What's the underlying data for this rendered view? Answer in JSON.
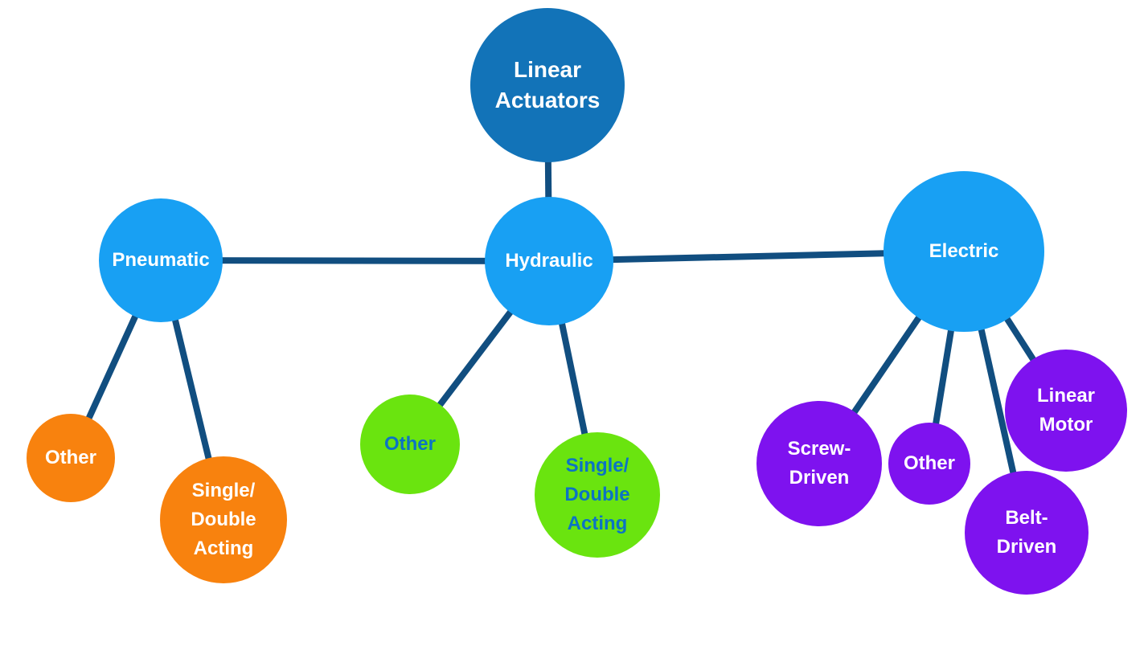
{
  "diagram": {
    "type": "hierarchy-mind-map",
    "background": "#ffffff",
    "palette": {
      "root_blue": "#1273b8",
      "branch_azure": "#18a0f3",
      "pneumatic_child_orange": "#f8820e",
      "hydraulic_child_green": "#6ae40f",
      "electric_child_purple": "#7e12ef",
      "edge_navy": "#114e80",
      "text_white": "#ffffff",
      "text_blue_on_green": "#0c73c4"
    }
  },
  "nodes": [
    {
      "id": "linear-actuators",
      "label": "Linear\nActuators",
      "level": "root",
      "fill": "#1273b8",
      "text_color": "#ffffff"
    },
    {
      "id": "pneumatic",
      "label": "Pneumatic",
      "level": "branch",
      "fill": "#18a0f3",
      "text_color": "#ffffff"
    },
    {
      "id": "hydraulic",
      "label": "Hydraulic",
      "level": "branch",
      "fill": "#18a0f3",
      "text_color": "#ffffff"
    },
    {
      "id": "electric",
      "label": "Electric",
      "level": "branch",
      "fill": "#18a0f3",
      "text_color": "#ffffff"
    },
    {
      "id": "pneumatic-other",
      "label": "Other",
      "level": "leaf",
      "fill": "#f8820e",
      "text_color": "#ffffff"
    },
    {
      "id": "pneumatic-single-double-acting",
      "label": "Single/\nDouble\nActing",
      "level": "leaf",
      "fill": "#f8820e",
      "text_color": "#ffffff"
    },
    {
      "id": "hydraulic-other",
      "label": "Other",
      "level": "leaf",
      "fill": "#6ae40f",
      "text_color": "#0c73c4"
    },
    {
      "id": "hydraulic-single-double-acting",
      "label": "Single/\nDouble\nActing",
      "level": "leaf",
      "fill": "#6ae40f",
      "text_color": "#0c73c4"
    },
    {
      "id": "electric-screw-driven",
      "label": "Screw-\nDriven",
      "level": "leaf",
      "fill": "#7e12ef",
      "text_color": "#ffffff"
    },
    {
      "id": "electric-other",
      "label": "Other",
      "level": "leaf",
      "fill": "#7e12ef",
      "text_color": "#ffffff"
    },
    {
      "id": "electric-belt-driven",
      "label": "Belt-\nDriven",
      "level": "leaf",
      "fill": "#7e12ef",
      "text_color": "#ffffff"
    },
    {
      "id": "electric-linear-motor",
      "label": "Linear\nMotor",
      "level": "leaf",
      "fill": "#7e12ef",
      "text_color": "#ffffff"
    }
  ],
  "edges": [
    {
      "from": "linear-actuators",
      "to": "hydraulic"
    },
    {
      "from": "pneumatic",
      "to": "hydraulic"
    },
    {
      "from": "hydraulic",
      "to": "electric"
    },
    {
      "from": "pneumatic",
      "to": "pneumatic-other"
    },
    {
      "from": "pneumatic",
      "to": "pneumatic-single-double-acting"
    },
    {
      "from": "hydraulic",
      "to": "hydraulic-other"
    },
    {
      "from": "hydraulic",
      "to": "hydraulic-single-double-acting"
    },
    {
      "from": "electric",
      "to": "electric-screw-driven"
    },
    {
      "from": "electric",
      "to": "electric-other"
    },
    {
      "from": "electric",
      "to": "electric-belt-driven"
    },
    {
      "from": "electric",
      "to": "electric-linear-motor"
    }
  ]
}
